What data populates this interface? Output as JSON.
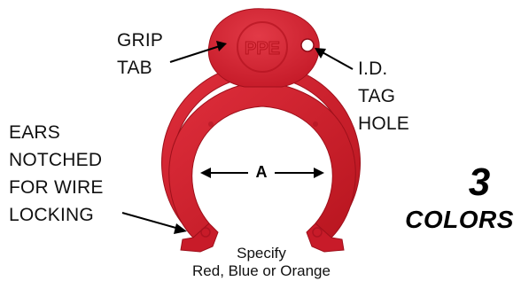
{
  "labels": {
    "grip_tab": [
      "GRIP",
      "TAB"
    ],
    "id_tag_hole": [
      "I.D.",
      "TAG",
      "HOLE"
    ],
    "ears": [
      "EARS",
      "NOTCHED",
      "FOR WIRE",
      "LOCKING"
    ],
    "dimension": "A",
    "embossed": "PPE"
  },
  "callout": {
    "count": "3",
    "word": "COLORS"
  },
  "note": {
    "line1": "Specify",
    "line2": "Red, Blue or Orange"
  },
  "colors": {
    "clip": "#d6202f",
    "clip_dark": "#a8121f",
    "clip_light": "#e4525c",
    "text": "#111111"
  }
}
